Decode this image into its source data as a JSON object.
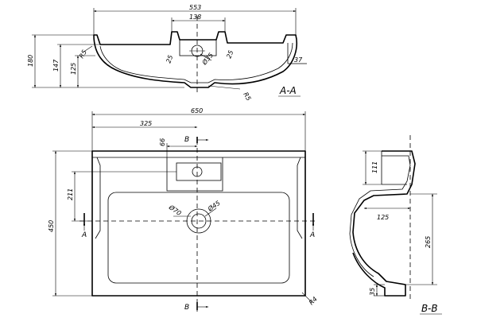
{
  "section_aa": {
    "width": "553",
    "outlet_spacing": "138",
    "height_total": "180",
    "height_mid": "147",
    "height_bowl": "125",
    "fillet_small": "R5",
    "tap_offset_left": "25",
    "tap_offset_right": "25",
    "tap_hole_dia": "Ø35",
    "rim_right": "37",
    "bottom_radius": "R5",
    "label": "A-A"
  },
  "plan": {
    "width": "650",
    "half_width": "325",
    "tap_offset": "66",
    "tap_to_drain": "211",
    "depth": "450",
    "drain_outer_dia": "Ø70",
    "drain_inner_dia": "Ø45",
    "corner_radius": "R4",
    "section_mark_b": "B",
    "section_mark_a": "A"
  },
  "section_bb": {
    "rim_height": "111",
    "bowl_offset": "125",
    "bowl_depth": "265",
    "base_height": "35",
    "label": "B-B"
  }
}
